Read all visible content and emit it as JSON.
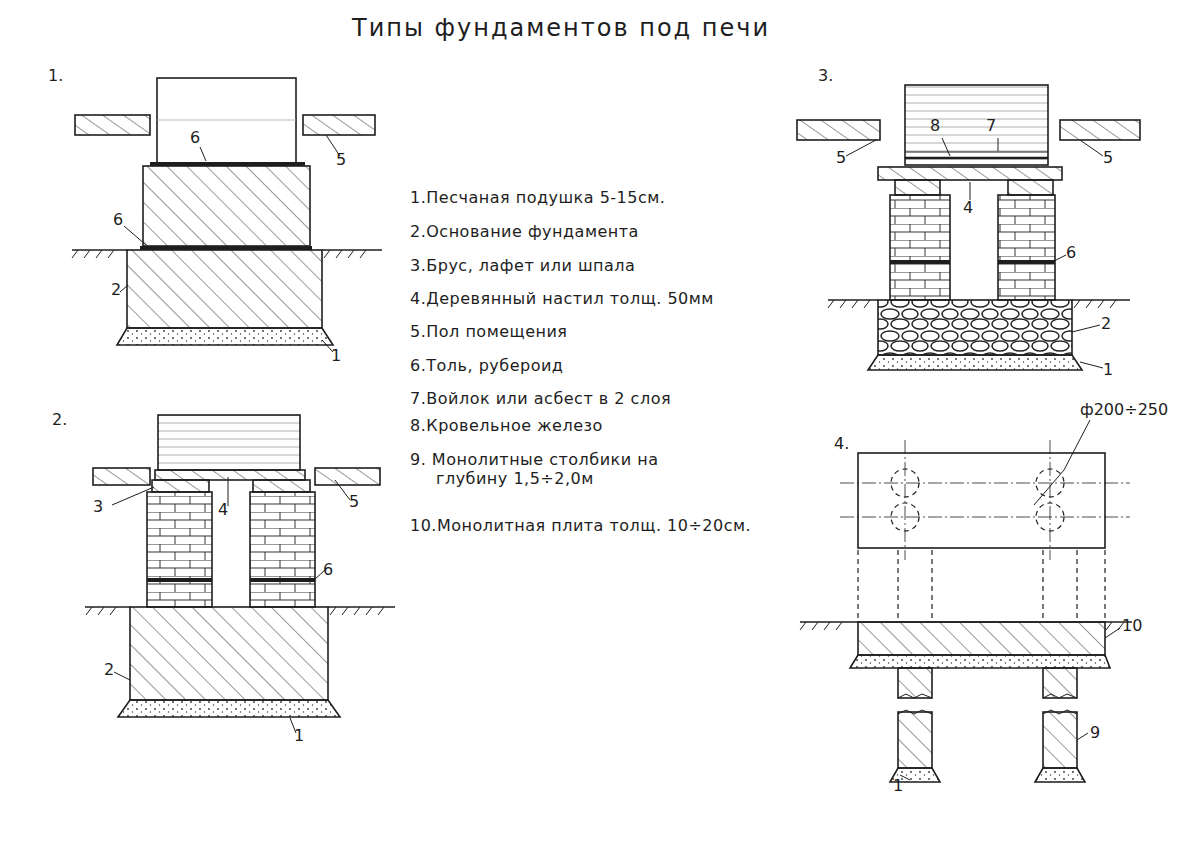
{
  "diagram": {
    "title": "Типы фундаментов под печи",
    "labels": [
      "1.",
      "6",
      "5",
      "6",
      "2",
      "1",
      "2.",
      "3",
      "4",
      "5",
      "6",
      "2",
      "1",
      "3.",
      "8",
      "7",
      "5",
      "5",
      "4",
      "6",
      "2",
      "1",
      "4.",
      "ф200÷250",
      "10",
      "9",
      "1",
      "1.Песчаная подушка 5-15см.",
      "2.Основание фундамента",
      "3.Брус, лафет или шпала",
      "4.Деревянный настил толщ. 50мм",
      "5.Пол помещения",
      "6.Толь, рубероид",
      "7.Войлок или асбест в 2 слоя",
      "8.Кровельное железо",
      "9. Монолитные столбики на глубину 1,5÷2,0м",
      "10.Монолитная плита толщ. 10÷20см."
    ]
  }
}
